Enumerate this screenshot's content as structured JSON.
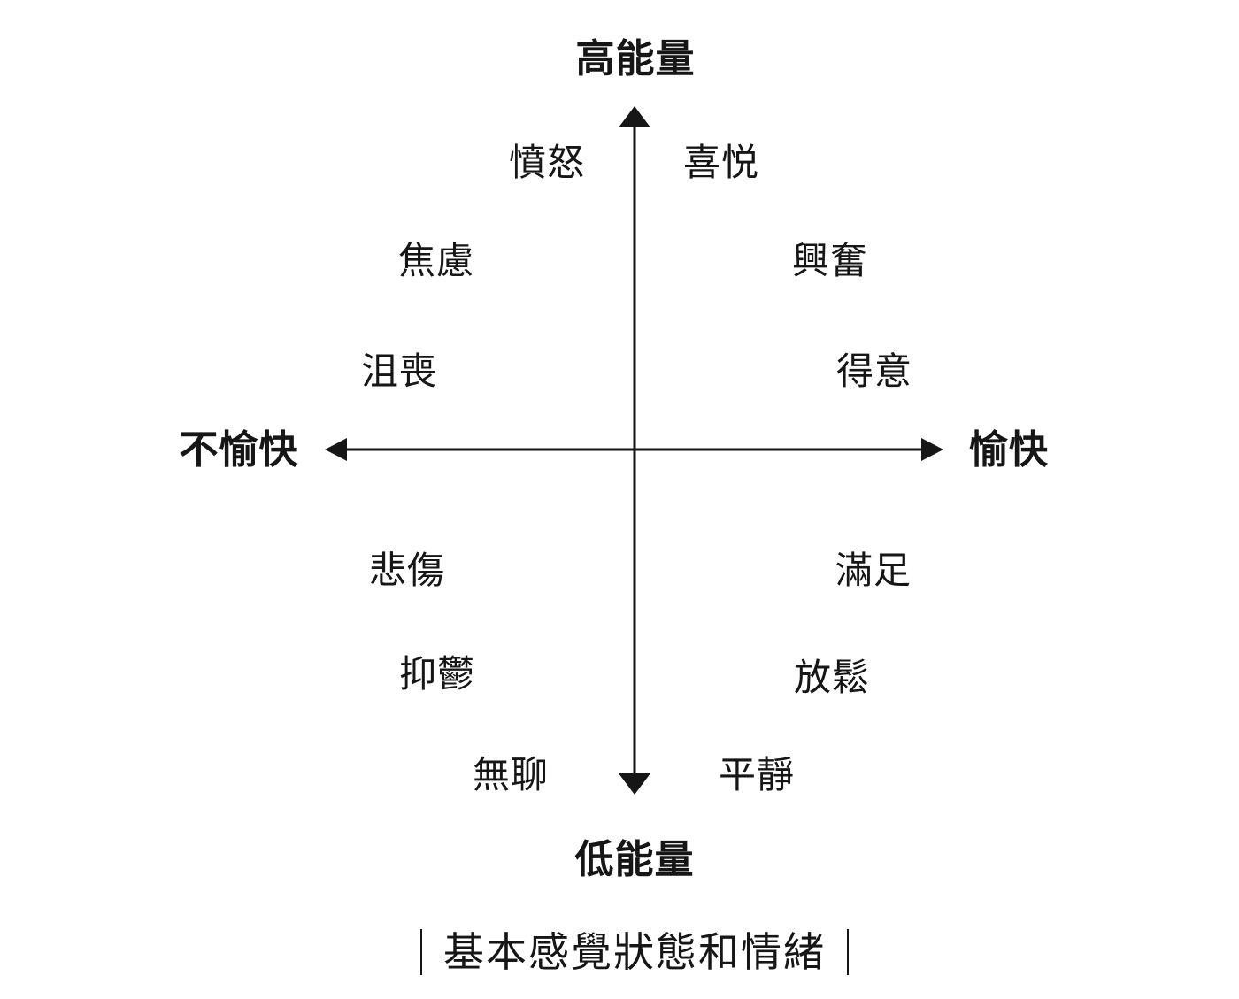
{
  "diagram": {
    "caption": "基本感覺狀態和情緒",
    "axes": {
      "top": "高能量",
      "bottom": "低能量",
      "left": "不愉快",
      "right": "愉快"
    },
    "quadrants": {
      "top_left": {
        "labels": [
          "憤怒",
          "焦慮",
          "沮喪"
        ]
      },
      "top_right": {
        "labels": [
          "喜悦",
          "興奮",
          "得意"
        ]
      },
      "bottom_left": {
        "labels": [
          "悲傷",
          "抑鬱",
          "無聊"
        ]
      },
      "bottom_right": {
        "labels": [
          "滿足",
          "放鬆",
          "平靜"
        ]
      }
    },
    "colors": {
      "ink": "#161616",
      "background": "#ffffff"
    }
  }
}
